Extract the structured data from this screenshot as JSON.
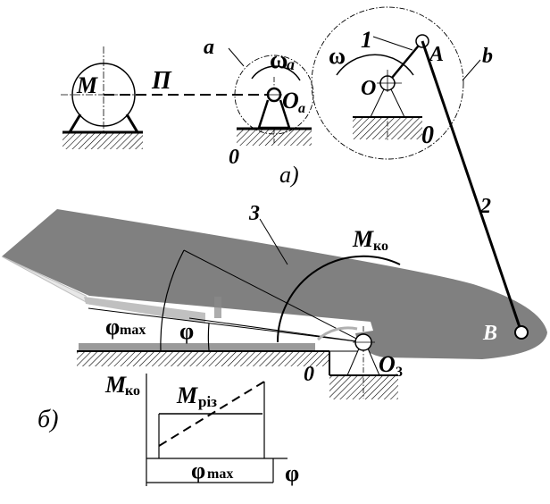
{
  "diagram": {
    "part_a": {
      "caption": "а)",
      "motor_label": "М",
      "transmission_label": "П",
      "gear_a_label": "a",
      "gear_a_omega": "ω",
      "gear_a_omega_sub": "a",
      "gear_a_center": "O",
      "gear_a_center_sub": "a",
      "gear_a_ground": "0",
      "gear_b_label": "b",
      "gear_b_omega": "ω",
      "gear_b_center": "O",
      "gear_b_ground": "0",
      "crank_label": "1",
      "joint_A": "A"
    },
    "part_b": {
      "caption": "б)",
      "connecting_rod_label": "2",
      "knife_label": "3",
      "joint_B": "B",
      "moment_label": "M",
      "moment_sub": "ко",
      "pivot_label": "O",
      "pivot_sub": "3",
      "ground_label": "0",
      "phi_max_label": "φ",
      "phi_max_sub": "max",
      "phi_label": "φ"
    },
    "graph": {
      "y_label": "M",
      "y_label_sub": "ко",
      "cutting_label": "M",
      "cutting_sub": "різ",
      "x_label": "φ",
      "span_label": "φ",
      "span_sub": "max"
    }
  },
  "colors": {
    "knife_gray": "#808080",
    "light_gray": "#c0c0c0",
    "line": "#000000"
  }
}
